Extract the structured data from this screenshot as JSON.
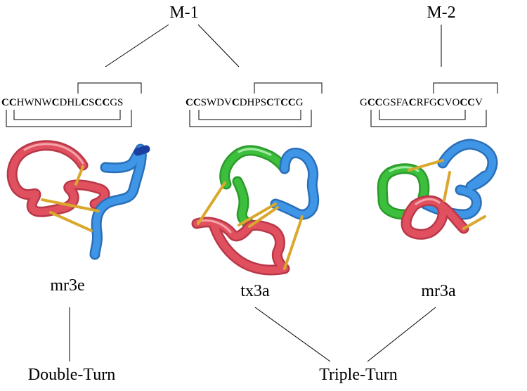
{
  "labels": {
    "m1": "M-1",
    "m2": "M-2",
    "mr3e": "mr3e",
    "tx3a": "tx3a",
    "mr3a": "mr3a",
    "double_turn": "Double-Turn",
    "triple_turn": "Triple-Turn"
  },
  "sequences": {
    "mr3e": [
      {
        "t": "CC",
        "b": true
      },
      {
        "t": "HWNW",
        "b": false
      },
      {
        "t": "C",
        "b": true
      },
      {
        "t": "DHL",
        "b": false
      },
      {
        "t": "C",
        "b": true
      },
      {
        "t": "S",
        "b": false
      },
      {
        "t": "CC",
        "b": true
      },
      {
        "t": "GS",
        "b": false
      }
    ],
    "tx3a": [
      {
        "t": "CC",
        "b": true
      },
      {
        "t": "SWDV",
        "b": false
      },
      {
        "t": "C",
        "b": true
      },
      {
        "t": "DHPS",
        "b": false
      },
      {
        "t": "C",
        "b": true
      },
      {
        "t": "T",
        "b": false
      },
      {
        "t": "CC",
        "b": true
      },
      {
        "t": "G",
        "b": false
      }
    ],
    "mr3a": [
      {
        "t": "G",
        "b": false
      },
      {
        "t": "CC",
        "b": true
      },
      {
        "t": "GSFA",
        "b": false
      },
      {
        "t": "C",
        "b": true
      },
      {
        "t": "RFG",
        "b": false
      },
      {
        "t": "C",
        "b": true
      },
      {
        "t": "VO",
        "b": false
      },
      {
        "t": "CC",
        "b": true
      },
      {
        "t": "V",
        "b": false
      }
    ]
  },
  "colors": {
    "red": "#e0505f",
    "blue": "#3f95e6",
    "green": "#3cbf3c",
    "bond": "#d9a82c"
  }
}
